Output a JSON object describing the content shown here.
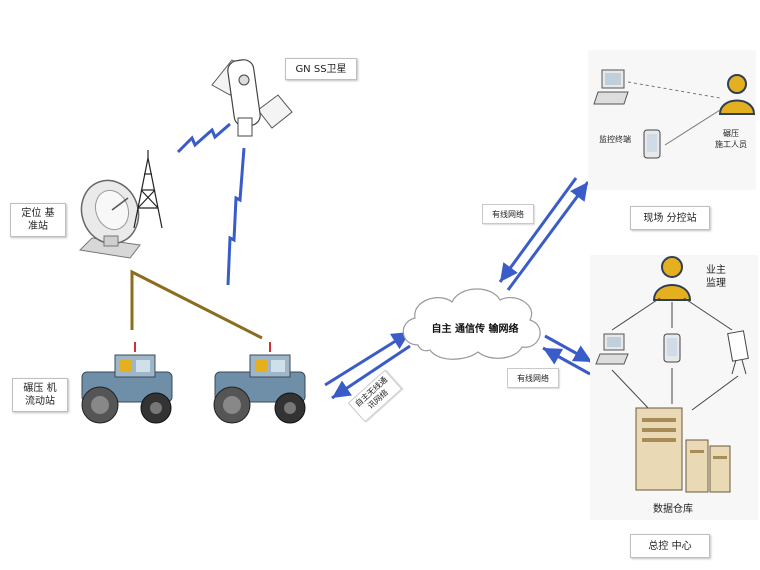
{
  "labels": {
    "gnss": "GN SS卫星",
    "base_station": "定位 基\n准站",
    "roller_station": "碾压 机\n流动站",
    "cloud": "自主 通信传 输网络",
    "wireless": "自主无线通\n讯网络",
    "wired_top": "有线网络",
    "wired_bottom": "有线网络",
    "monitor_terminal": "监控终端",
    "roller_crew": "碾压\n施工人员",
    "field_station": "现场 分控站",
    "owner": "业主\n监理",
    "data_warehouse": "数据仓库",
    "control_center": "总控 中心"
  },
  "colors": {
    "link_blue": "#3a5cc8",
    "ground_link": "#8a6d1f",
    "person": "#e5b020",
    "person_dark": "#2f3f55"
  },
  "icons": {
    "satellite": "satellite-icon",
    "dish": "satellite-dish-icon",
    "tower": "radio-tower-icon",
    "roller": "road-roller-icon",
    "computer": "computer-icon",
    "phone": "phone-icon",
    "person": "person-icon",
    "board": "whiteboard-icon",
    "server": "server-icon",
    "cloud": "cloud-icon"
  }
}
